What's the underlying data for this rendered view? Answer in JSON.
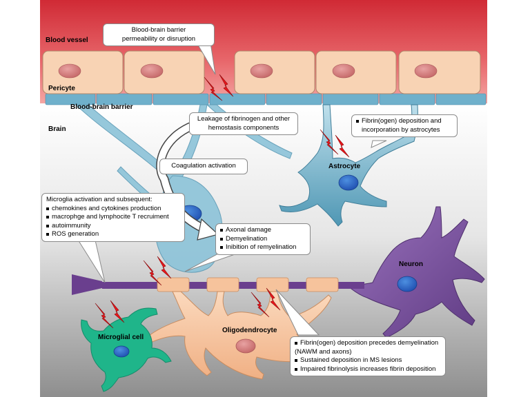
{
  "regions": {
    "blood_vessel": "Blood vessel",
    "pericyte": "Pericyte",
    "bbb": "Blood-brain barrier",
    "brain": "Brain"
  },
  "cells": {
    "astrocyte": "Astrocyte",
    "neuron": "Neuron",
    "microglial": "Microglial cell",
    "oligodendrocyte": "Oligodendrocyte"
  },
  "callouts": {
    "bbb_disruption": [
      "Blood-brain barrier",
      "permeability or disruption"
    ],
    "leakage": [
      "Leakage of fibrinogen and other",
      "hemostasis components"
    ],
    "coagulation": "Coagulation activation",
    "astro_fibrin": [
      "Fibrin(ogen) deposition and",
      "incorporation by astrocytes"
    ],
    "microglia": {
      "title": "Microglia activation and subsequent:",
      "items": [
        "chemokines and cytokines production",
        "macrophge and lymphocite T recruiment",
        "autoimmunity",
        "ROS generation"
      ]
    },
    "axonal": {
      "items": [
        "Axonal damage",
        "Demyelination",
        "Inibition of remyelination"
      ]
    },
    "fibrin_ms": {
      "items": [
        "Fibrin(ogen) deposition precedes demyelination",
        "(NAWM and axons)",
        "Sustained deposition in MS lesions",
        "Impaired fibrinolysis increases fibrin deposition"
      ]
    }
  },
  "colors": {
    "vessel_red": "#d43a42",
    "endothelial": "#f8d3b4",
    "nucleus_red": "#d68585",
    "astrocyte_blue": "#6fb0cb",
    "neuron_purple": "#7d559f",
    "microglia_green": "#1fb58a",
    "oligo_peach": "#f6c39c",
    "lightning": "#e8161b"
  }
}
